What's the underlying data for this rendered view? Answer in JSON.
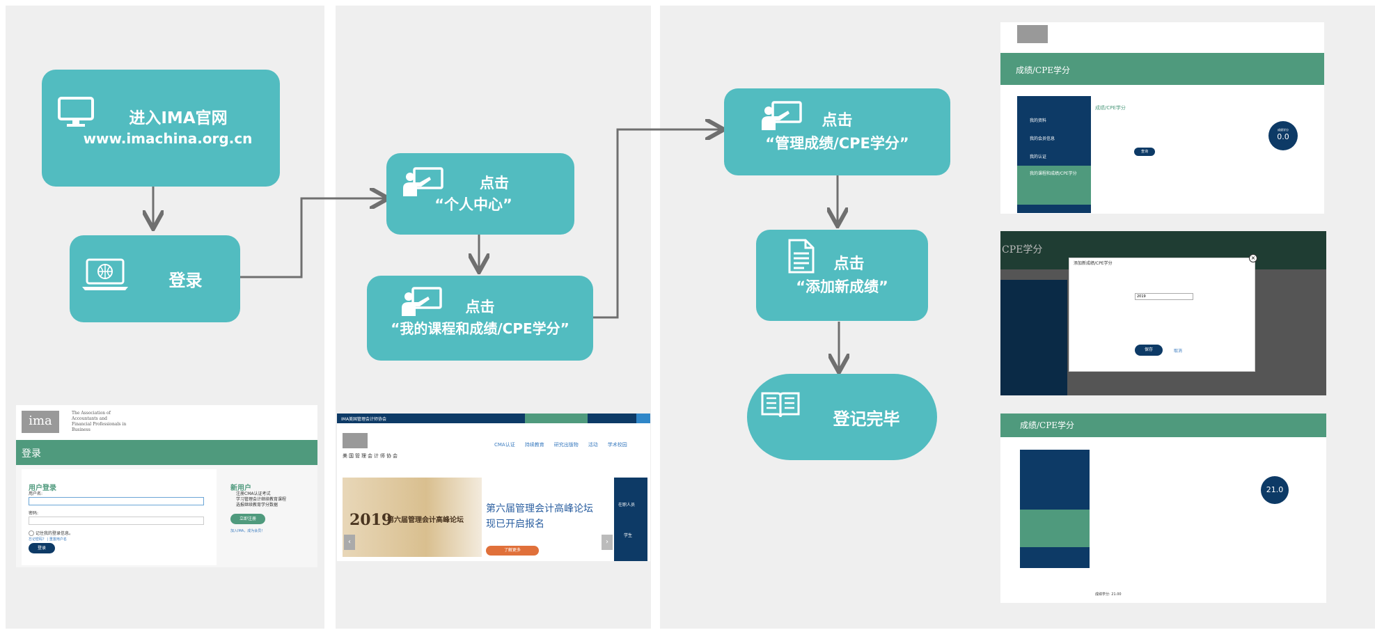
{
  "flow": {
    "step1": {
      "line1": "进入IMA官网",
      "line2": "www.imachina.org.cn"
    },
    "step2": {
      "label": "登录"
    },
    "step3": {
      "line1": "点击",
      "line2": "“个人中心”"
    },
    "step4": {
      "line1": "点击",
      "line2": "“我的课程和成绩/CPE学分”"
    },
    "step5": {
      "line1": "点击",
      "line2": "“管理成绩/CPE学分”"
    },
    "step6": {
      "line1": "点击",
      "line2": "“添加新成绩”"
    },
    "step7": {
      "label": "登记完毕"
    }
  },
  "login_shot": {
    "logo": "ima",
    "org": "The Association of Accountants and Financial Professionals in Business",
    "banner": "登录",
    "user_login": "用户登录",
    "username_label": "用户名:",
    "password_label": "密码:",
    "remember": "记住我的登录信息。",
    "links": "忘记密码？ | 重置用户名",
    "login_btn": "登录",
    "new_user": "新用户",
    "bullets": [
      "注册CMA认证考试",
      "学习管理会计继续教育课程",
      "选报继续教育学分数据"
    ],
    "register_btn": "立即注册",
    "join_link": "加入IMA，成为会员！"
  },
  "home_shot": {
    "topbar": "IMA美国管理会计师协会",
    "nav": [
      "CMA认证",
      "持续教育",
      "研究出版物",
      "活动",
      "学术校园"
    ],
    "org_cn": "美国管理会计师协会",
    "banner_title_line1": "第六届管理会计高峰论坛",
    "banner_title_line2": "现已开启报名",
    "banner_year": "2019",
    "banner_sub": "第六届管理会计高峰论坛",
    "more_btn": "了解更多",
    "side": [
      "在职人员",
      "学生"
    ]
  },
  "score_shot1": {
    "banner": "成绩/CPE学分",
    "menu": [
      "我的资料",
      "我的会员信息",
      "我的认证",
      "我的课程和成绩/CPE学分"
    ],
    "title": "成绩/CPE学分",
    "score_label": "成绩学分",
    "score_value": "0.0",
    "query_btn": "查询"
  },
  "score_shot2": {
    "banner": "CPE学分",
    "dialog_title": "添加新成绩/CPE学分",
    "year": "2019",
    "save_btn": "保存",
    "cancel": "取消"
  },
  "score_shot3": {
    "banner": "成绩/CPE学分",
    "score_value": "21.0",
    "total": "成绩学分: 21.00"
  },
  "colors": {
    "teal": "#52bcc0",
    "green": "#4f9a7d",
    "navy": "#0d3a66",
    "panel": "#efefef"
  }
}
